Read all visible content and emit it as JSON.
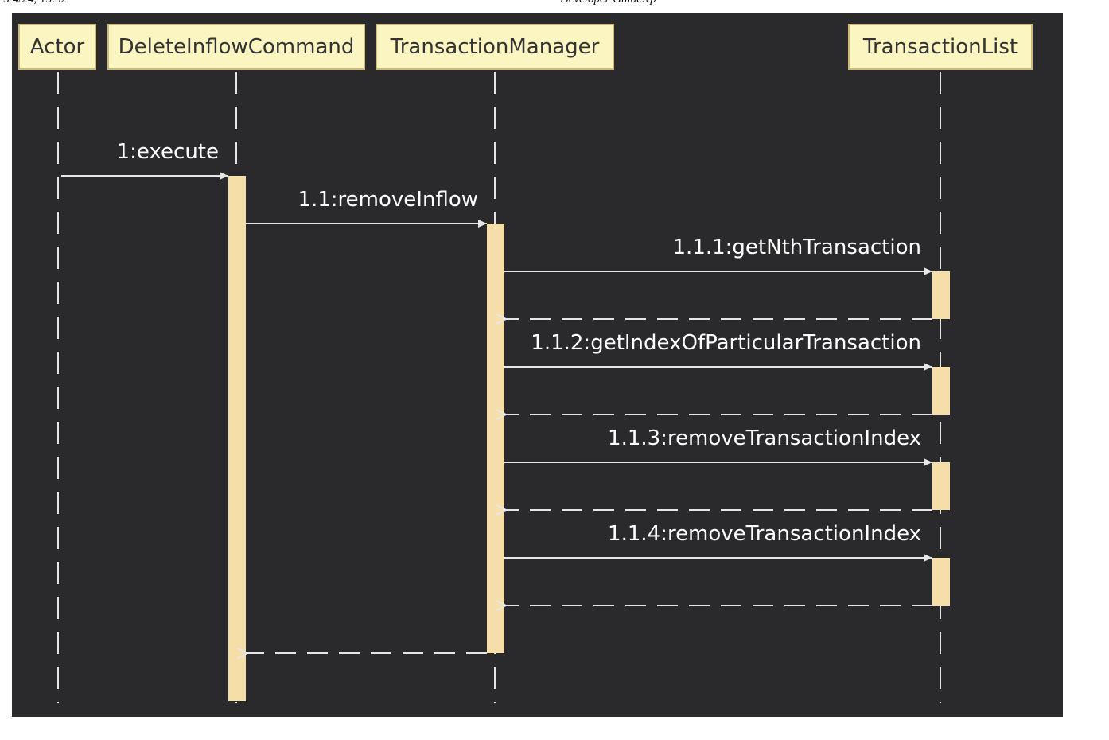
{
  "page_header": {
    "left_text": "3/4/24, 15:52",
    "center_text": "Developer Guide.vp"
  },
  "diagram": {
    "background": "#2a2a2c",
    "participant_fill": "#fbf5c2",
    "activation_fill": "#f6dea9",
    "line_color": "#e6e6e6",
    "participants": [
      {
        "id": "actor",
        "label": "Actor"
      },
      {
        "id": "delete-inflow-command",
        "label": "DeleteInflowCommand"
      },
      {
        "id": "transaction-manager",
        "label": "TransactionManager"
      },
      {
        "id": "transaction-list",
        "label": "TransactionList"
      }
    ],
    "messages": [
      {
        "id": "m1",
        "label": "1:execute",
        "from": "Actor",
        "to": "DeleteInflowCommand",
        "kind": "call"
      },
      {
        "id": "m11",
        "label": "1.1:removeInflow",
        "from": "DeleteInflowCommand",
        "to": "TransactionManager",
        "kind": "call"
      },
      {
        "id": "m111",
        "label": "1.1.1:getNthTransaction",
        "from": "TransactionManager",
        "to": "TransactionList",
        "kind": "call"
      },
      {
        "id": "m112",
        "label": "1.1.2:getIndexOfParticularTransaction",
        "from": "TransactionManager",
        "to": "TransactionList",
        "kind": "call"
      },
      {
        "id": "m113",
        "label": "1.1.3:removeTransactionIndex",
        "from": "TransactionManager",
        "to": "TransactionList",
        "kind": "call"
      },
      {
        "id": "m114",
        "label": "1.1.4:removeTransactionIndex",
        "from": "TransactionManager",
        "to": "TransactionList",
        "kind": "call"
      }
    ]
  }
}
